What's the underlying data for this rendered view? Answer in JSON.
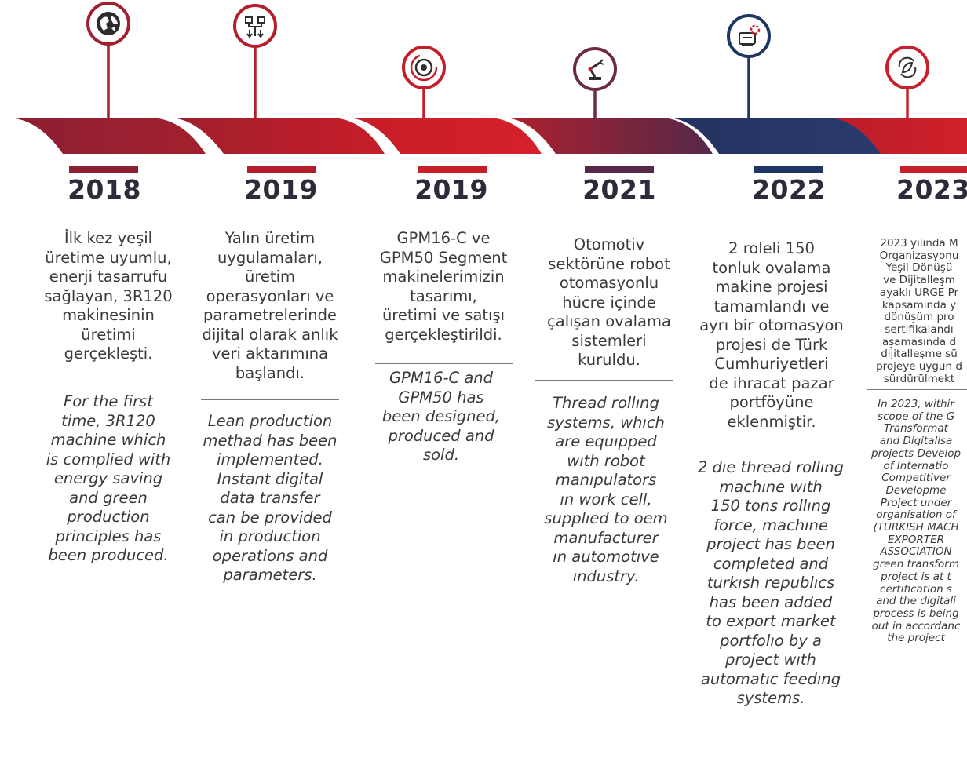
{
  "milestones": [
    {
      "year": "2018",
      "icon": "globe-recycle-icon",
      "color": "#a31f2e",
      "text_tr": "İlk kez  yeşil\nüretime uyumlu,\nenerji tasarrufu\nsağlayan, 3R120\nmakinesinin\nüretimi\ngerçekleşti.",
      "text_en": "For the first\ntime, 3R120\nmachine which\nis complied with\nenergy saving\nand green\nproduction\nprinciples has\nbeen produced."
    },
    {
      "year": "2019",
      "icon": "production-flow-icon",
      "color": "#b41e2c",
      "text_tr": "Yalın üretim\nuygulamaları,\nüretim\noperasyonları ve\nparametrelerinde\ndijital olarak anlık\nveri aktarımına\nbaşlandı.",
      "text_en": "Lean production\nmethad has been\nimplemented.\nInstant digital\ndata transfer\ncan be provided\nin production\noperations and\nparameters."
    },
    {
      "year": "2019",
      "icon": "gauge-dial-icon",
      "color": "#c41e2a",
      "text_tr": "GPM16-C ve\nGPM50 Segment\nmakinelerimizin\ntasarımı,\nüretimi ve satışı\ngerçekleştirildi.",
      "text_en": "GPM16-C and\nGPM50 has\nbeen designed,\nproduced and\nsold."
    },
    {
      "year": "2021",
      "icon": "robot-arm-icon",
      "color": "#6b2a45",
      "text_tr": "Otomotiv\nsektörüne robot\notomasyonlu\nhücre içinde\nçalışan ovalama\nsistemleri\nkuruldu.",
      "text_en": "Thread rollıng\nsystems, whıch\nare equıpped\nwıth robot\nmanıpulators\nın work cell,\nsupplıed to oem\nmanufacturer\nın automotıve\nındustry."
    },
    {
      "year": "2022",
      "icon": "automation-gear-icon",
      "color": "#1f3563",
      "text_tr": "2 roleli 150\ntonluk ovalama\nmakine projesi\ntamamlandı ve\nayrı bir otomasyon\nprojesi de Türk\nCumhuriyetleri\nde ihracat pazar\nportföyüne\neklenmiştir.",
      "text_en": "2 dıe thread rollıng\nmachıne wıth\n150 tons rollıng\nforce, machıne\nproject has been\ncompleted and\nturkısh republıcs\nhas been added\nto export market\nportfolıo by a\nproject wıth\nautomatıc feedıng\nsystems."
    },
    {
      "year": "2023",
      "icon": "eco-leaf-cycle-icon",
      "color": "#c8202b",
      "text_tr": "2023 yılında M\nOrganizasyonu\nYeşil Dönüşü\nve Dijitalleşm\nayaklı URGE Pr\nkapsamında y\ndönüşüm pro\nsertifikalandı\naşamasında d\ndijitalleşme sü\nprojeye uygun d\nsürdürülmekt",
      "text_en": "In 2023, withir\nscope of the G\nTransformat\nand Digitalisa\nprojects Develop\nof Internatio\nCompetitiver\nDevelopme\nProject under\norganisation of\n(TURKISH MACH\nEXPORTER\nASSOCIATION\ngreen transform\nproject is at t\ncertification s\nand the digitali\nprocess is being\nout in accordanc\nthe project"
    }
  ]
}
